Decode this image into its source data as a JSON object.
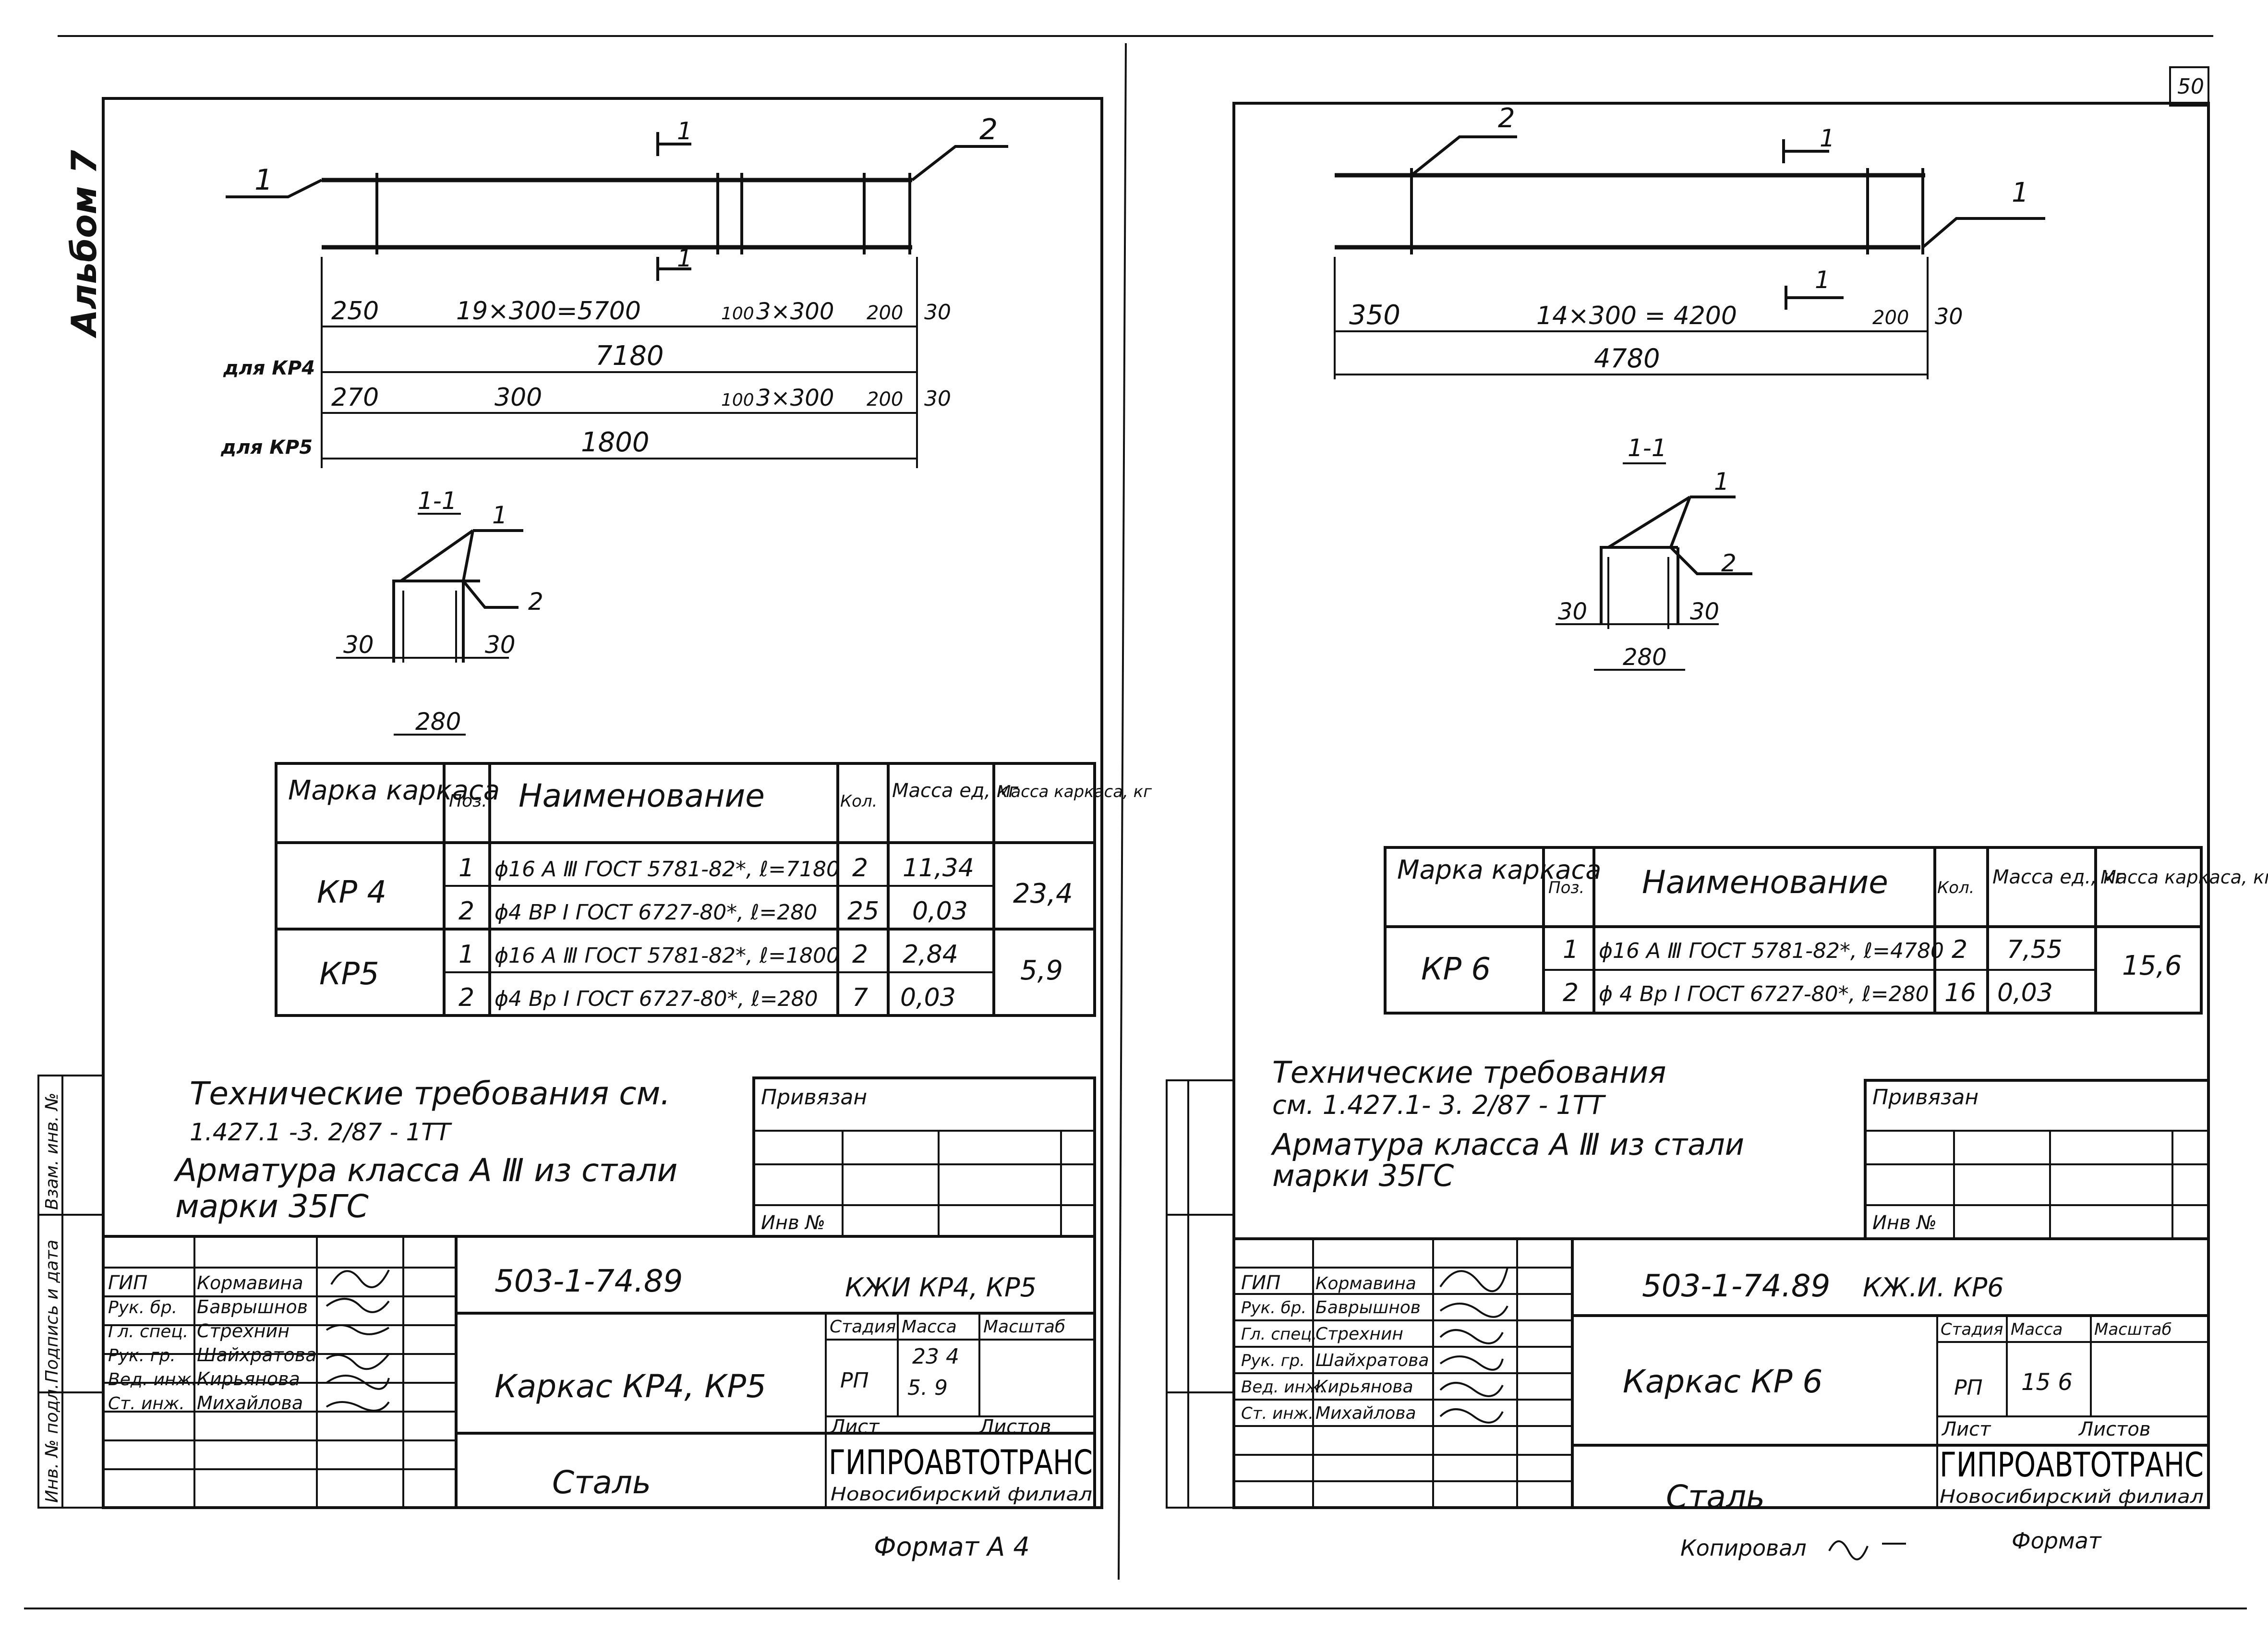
{
  "page_number": "50",
  "album_label": "Альбом 7",
  "left": {
    "callouts": {
      "bar1": "1",
      "bar2": "2",
      "section_top": "1",
      "section_bottom": "1"
    },
    "dims_kp4": {
      "a": "250",
      "b": "19×300=5700",
      "c": "100",
      "d": "3×300",
      "e": "200",
      "f": "30",
      "total": "7180",
      "label": "для КР4"
    },
    "dims_kp5": {
      "a": "270",
      "b": "300",
      "c": "100",
      "d": "3×300",
      "e": "200",
      "f": "30",
      "total": "1800",
      "label": "для КР5"
    },
    "section": {
      "title": "1-1",
      "p1": "1",
      "p2": "2",
      "d1": "30",
      "d2": "30",
      "width": "280"
    },
    "table": {
      "headers": [
        "Марка каркаса",
        "Поз.",
        "Наименование",
        "Кол.",
        "Масса ед, кг",
        "Масса каркаса, кг"
      ],
      "groups": [
        {
          "mark": "КР 4",
          "total": "23,4",
          "rows": [
            {
              "pos": "1",
              "name": "ϕ16 A Ⅲ ГОСТ 5781-82*, ℓ=7180",
              "qty": "2",
              "mass": "11,34"
            },
            {
              "pos": "2",
              "name": "ϕ4 BP I ГОСТ 6727-80*, ℓ=280",
              "qty": "25",
              "mass": "0,03"
            }
          ]
        },
        {
          "mark": "КР5",
          "total": "5,9",
          "rows": [
            {
              "pos": "1",
              "name": "ϕ16 A Ⅲ ГОСТ 5781-82*, ℓ=1800",
              "qty": "2",
              "mass": "2,84"
            },
            {
              "pos": "2",
              "name": "ϕ4 Bp I ГОСТ 6727-80*, ℓ=280",
              "qty": "7",
              "mass": "0,03"
            }
          ]
        }
      ]
    },
    "notes": [
      "Технические требования см.",
      "1.427.1 -3. 2/87 - 1ТТ",
      "Арматура класса А Ⅲ из стали",
      "марки 35ГС"
    ],
    "privyazan": "Привязан",
    "inv": "Инв №",
    "side_stamp": [
      "Инв. № подл.",
      "Подпись и дата",
      "Взам. инв. №"
    ],
    "title_block": {
      "roles": [
        "ГИП",
        "Рук. бр.",
        "Гл. спец.",
        "Рук. гр.",
        "Вед. инж.",
        "Ст. инж."
      ],
      "names": [
        "Кормавина",
        "Баврышнов",
        "Стрехнин",
        "Шайхратова",
        "Кирьянова",
        "Михайлова"
      ],
      "code": "503-1-74.89",
      "mark": "КЖИ КР4, КР5",
      "title": "Каркас КР4, КР5",
      "material": "Сталь",
      "stage_h": "Стадия",
      "mass_h": "Масса",
      "scale_h": "Масштаб",
      "stage": "РП",
      "mass1": "23 4",
      "mass2": "5. 9",
      "sheet_h": "Лист",
      "sheets_h": "Листов",
      "org": "ГИПРОАВТОТРАНС",
      "branch": "Новосибирский филиал",
      "format": "Формат А 4"
    }
  },
  "right": {
    "callouts": {
      "bar2": "2",
      "bar1": "1",
      "section_top": "1",
      "section_bottom": "1"
    },
    "dims": {
      "a": "350",
      "b": "14×300 = 4200",
      "e": "200",
      "f": "30",
      "total": "4780"
    },
    "section": {
      "title": "1-1",
      "p1": "1",
      "p2": "2",
      "d1": "30",
      "d2": "30",
      "width": "280"
    },
    "table": {
      "headers": [
        "Марка каркаса",
        "Поз.",
        "Наименование",
        "Кол.",
        "Масса ед., кг",
        "Масса каркаса, кг"
      ],
      "groups": [
        {
          "mark": "КР 6",
          "total": "15,6",
          "rows": [
            {
              "pos": "1",
              "name": "ϕ16 A Ⅲ ГОСТ 5781-82*, ℓ=4780",
              "qty": "2",
              "mass": "7,55"
            },
            {
              "pos": "2",
              "name": "ϕ 4 Bp I ГОСТ 6727-80*, ℓ=280",
              "qty": "16",
              "mass": "0,03"
            }
          ]
        }
      ]
    },
    "notes": [
      "Технические требования",
      "см. 1.427.1- 3. 2/87 - 1ТТ",
      "Арматура класса А Ⅲ из стали",
      "марки 35ГС"
    ],
    "privyazan": "Привязан",
    "inv": "Инв №",
    "title_block": {
      "roles": [
        "ГИП",
        "Рук. бр.",
        "Гл. спец.",
        "Рук. гр.",
        "Вед. инж.",
        "Ст. инж."
      ],
      "names": [
        "Кормавина",
        "Баврышнов",
        "Стрехнин",
        "Шайхратова",
        "Кирьянова",
        "Михайлова"
      ],
      "code": "503-1-74.89",
      "mark": "КЖ.И. КР6",
      "title": "Каркас КР 6",
      "material": "Сталь",
      "stage_h": "Стадия",
      "mass_h": "Масса",
      "scale_h": "Масштаб",
      "stage": "РП",
      "mass1": "15 6",
      "sheet_h": "Лист",
      "sheets_h": "Листов",
      "org": "ГИПРОАВТОТРАНС",
      "branch": "Новосибирский филиал",
      "format": "Формат",
      "copied": "Копировал"
    }
  }
}
